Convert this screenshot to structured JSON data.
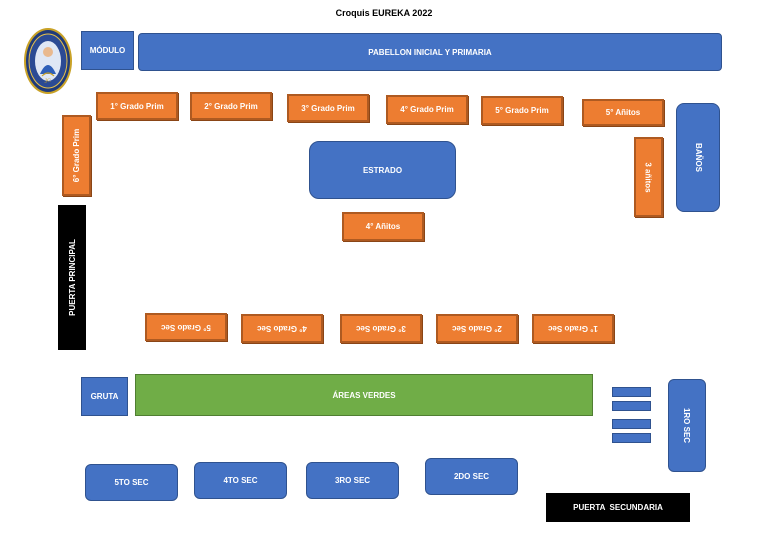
{
  "title": "Croquis EUREKA 2022",
  "modulo": "MÓDULO",
  "pabellon": "PABELLON INICIAL Y PRIMARIA",
  "primaria": {
    "g1": "1° Grado Prim",
    "g2": "2° Grado Prim",
    "g3": "3° Grado Prim",
    "g4": "4° Grado Prim",
    "g5": "5° Grado Prim",
    "g6": "6° Grado Prim"
  },
  "inicial": {
    "a5": "5° Añitos",
    "a3": "3 añitos",
    "a4": "4° Añitos"
  },
  "banos": "BAÑOS",
  "estrado": "ESTRADO",
  "puerta_principal": "PUERTA PRINCIPAL",
  "secundaria_row": {
    "s5": "5° Grado Sec",
    "s4": "4° Grado Sec",
    "s3": "3° Grado Sec",
    "s2": "2° Grado Sec",
    "s1": "1° Grado Sec"
  },
  "gruta": "GRUTA",
  "areas_verdes": "ÁREAS VERDES",
  "sec_blocks": {
    "quinto": "5TO SEC",
    "cuarto": "4TO SEC",
    "tercero": "3RO SEC",
    "segundo": "2DO SEC",
    "primero": "1RO SEC"
  },
  "puerta_secundaria": "PUERTA  SECUNDARIA",
  "colors": {
    "blue": "#4472c4",
    "orange": "#ed7d31",
    "green": "#70ad47",
    "black": "#000000"
  }
}
